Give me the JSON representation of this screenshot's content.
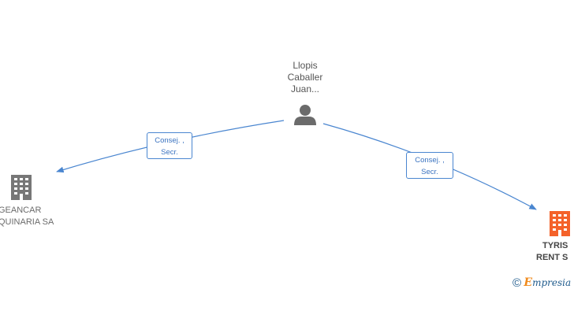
{
  "person": {
    "name_lines": [
      "Llopis",
      "Caballer",
      "Juan..."
    ],
    "icon": "person-icon"
  },
  "companies": [
    {
      "name_lines": [
        "GEANCAR",
        "QUINARIA SA"
      ],
      "icon": "building-icon",
      "color": "#777777",
      "main": false
    },
    {
      "name_lines": [
        "TYRIS",
        "RENT S"
      ],
      "icon": "building-icon",
      "color": "#f4622a",
      "main": true
    }
  ],
  "edges": [
    {
      "label_lines": [
        "Consej. ,",
        "Secr."
      ]
    },
    {
      "label_lines": [
        "Consej. ,",
        "Secr."
      ]
    }
  ],
  "colors": {
    "edge": "#4a86d0",
    "person_icon": "#6b6b6b"
  },
  "watermark": {
    "symbol": "©",
    "brand_first": "E",
    "brand_rest": "mpresia"
  }
}
